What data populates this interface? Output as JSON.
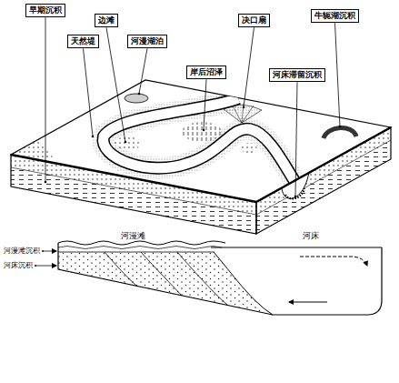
{
  "diagram": {
    "nodes": [
      {
        "text": [
          "早期沉积"
        ]
      },
      {
        "text": [
          "边滩"
        ]
      },
      {
        "text": [
          "决口扇"
        ]
      },
      {
        "text": [
          "牛轭湖沉积"
        ]
      },
      {
        "text": [
          "天然堤"
        ]
      },
      {
        "text": [
          "河漫湖泊"
        ]
      },
      {
        "text": [
          "岸后沼泽"
        ]
      },
      {
        "text": [
          "河床滞留沉积"
        ]
      }
    ],
    "labels": [
      "河漫滩",
      "河床",
      "河漫滩沉积",
      "河床沉积"
    ]
  }
}
